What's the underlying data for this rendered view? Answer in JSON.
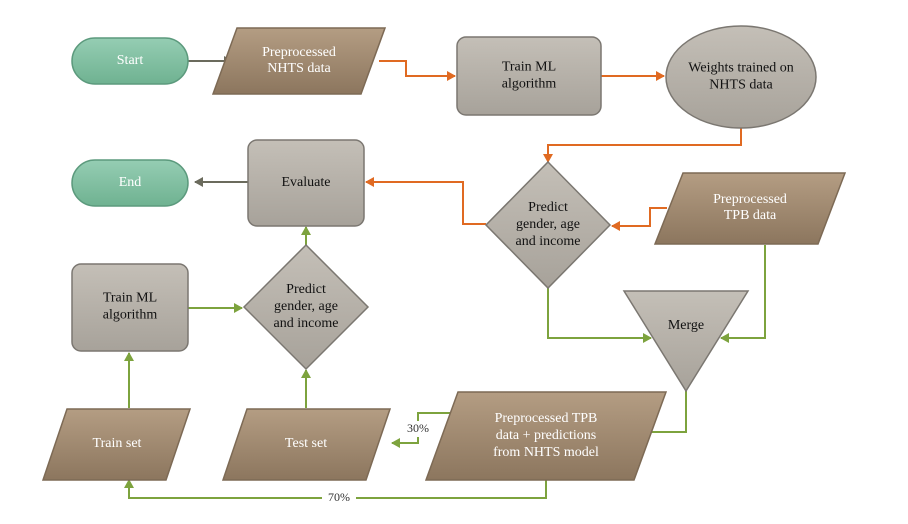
{
  "colors": {
    "terminal_fill": "#82c1a4",
    "terminal_stroke": "#5c9a7d",
    "data_fill": "#a58e74",
    "data_stroke": "#7d6a55",
    "process_fill": "#b7b2aa",
    "process_stroke": "#7b7771",
    "dark_text": "#111111",
    "light_text": "#ffffff",
    "orange_arrow": "#e06a22",
    "green_arrow": "#7da33e",
    "gray_arrow": "#6b6b5d"
  },
  "nodes": {
    "start": {
      "lines": [
        "Start"
      ]
    },
    "nhts_data": {
      "lines": [
        "Preprocessed",
        "NHTS data"
      ]
    },
    "train_ml_top": {
      "lines": [
        "Train ML",
        "algorithm"
      ]
    },
    "weights": {
      "lines": [
        "Weights trained on",
        "NHTS data"
      ]
    },
    "end": {
      "lines": [
        "End"
      ]
    },
    "evaluate": {
      "lines": [
        "Evaluate"
      ]
    },
    "predict_right": {
      "lines": [
        "Predict",
        "gender, age",
        "and income"
      ]
    },
    "tpb_data": {
      "lines": [
        "Preprocessed",
        "TPB data"
      ]
    },
    "train_ml_bottom": {
      "lines": [
        "Train ML",
        "algorithm"
      ]
    },
    "predict_left": {
      "lines": [
        "Predict",
        "gender, age",
        "and income"
      ]
    },
    "merge": {
      "lines": [
        "Merge"
      ]
    },
    "train_set": {
      "lines": [
        "Train set"
      ]
    },
    "test_set": {
      "lines": [
        "Test set"
      ]
    },
    "tpb_predictions": {
      "lines": [
        "Preprocessed TPB",
        "data + predictions",
        "from NHTS model"
      ]
    }
  },
  "edge_labels": {
    "split_test": "30%",
    "split_train": "70%"
  }
}
